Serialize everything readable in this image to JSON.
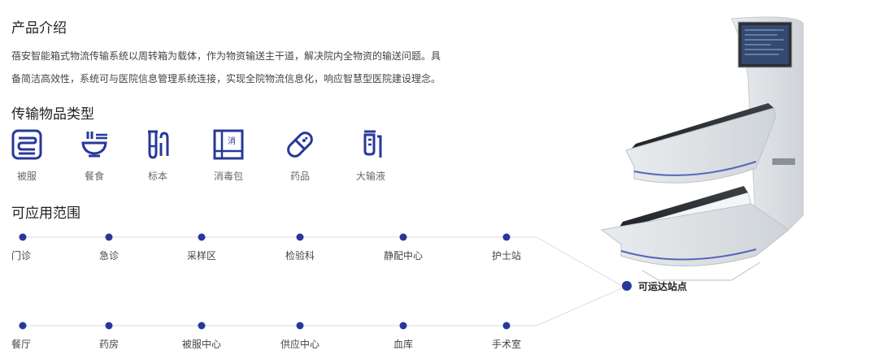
{
  "intro": {
    "title": "产品介绍",
    "lines": [
      "蓓安智能箱式物流传输系统以周转箱为载体，作为物资输送主干道，解决院内全物资的输送问题。具",
      "备简洁高效性，系统可与医院信息管理系统连接，实现全院物流信息化，响应智慧型医院建设理念。"
    ]
  },
  "categories": {
    "title": "传输物品类型",
    "items": [
      {
        "label": "被服",
        "icon": "clothing-icon"
      },
      {
        "label": "餐食",
        "icon": "meal-bowl-icon"
      },
      {
        "label": "标本",
        "icon": "specimen-tube-icon"
      },
      {
        "label": "消毒包",
        "icon": "disinfection-pack-icon",
        "glyph": "消"
      },
      {
        "label": "药品",
        "icon": "pill-capsule-icon"
      },
      {
        "label": "大输液",
        "icon": "iv-infusion-icon"
      }
    ]
  },
  "locations": {
    "title": "可应用范围",
    "row1": [
      "门诊",
      "急诊",
      "采样区",
      "检验科",
      "静配中心",
      "护士站"
    ],
    "row2": [
      "餐厅",
      "药房",
      "被服中心",
      "供应中心",
      "血库",
      "手术室"
    ],
    "station_label": "可运达站点"
  },
  "colors": {
    "accent": "#27389a",
    "line": "#d9d9d9"
  }
}
